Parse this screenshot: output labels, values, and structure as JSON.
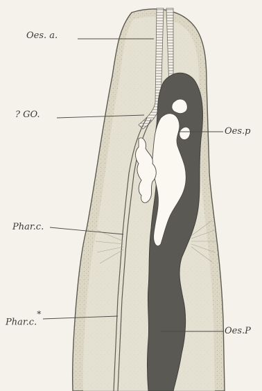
{
  "figure": {
    "labels": {
      "oes_a": "Oes. a.",
      "go": "? GO.",
      "oes_p_upper": "Oes.p",
      "phar_c": "Phar.c.",
      "phar_c_star_text": "Phar.c.",
      "phar_c_star_mark": "*",
      "oes_p_lower": "Oes.P"
    },
    "colors": {
      "paper": "#f4f2ea",
      "tissue": "#ddd8c6",
      "outline": "#5c5a50",
      "dark_mass": "#5a5953",
      "lumen": "#faf8f1"
    }
  }
}
